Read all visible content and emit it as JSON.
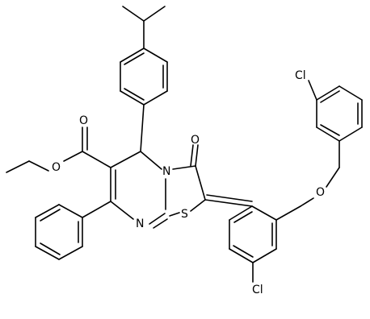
{
  "atoms": {
    "cl_top": "Cl",
    "cl_bottom": "Cl",
    "o_ester_carbonyl": "O",
    "o_ester_alkoxy": "O",
    "o_ketone": "O",
    "o_ether": "O",
    "n_ring": "N",
    "n_imine": "N",
    "s_ring": "S"
  }
}
